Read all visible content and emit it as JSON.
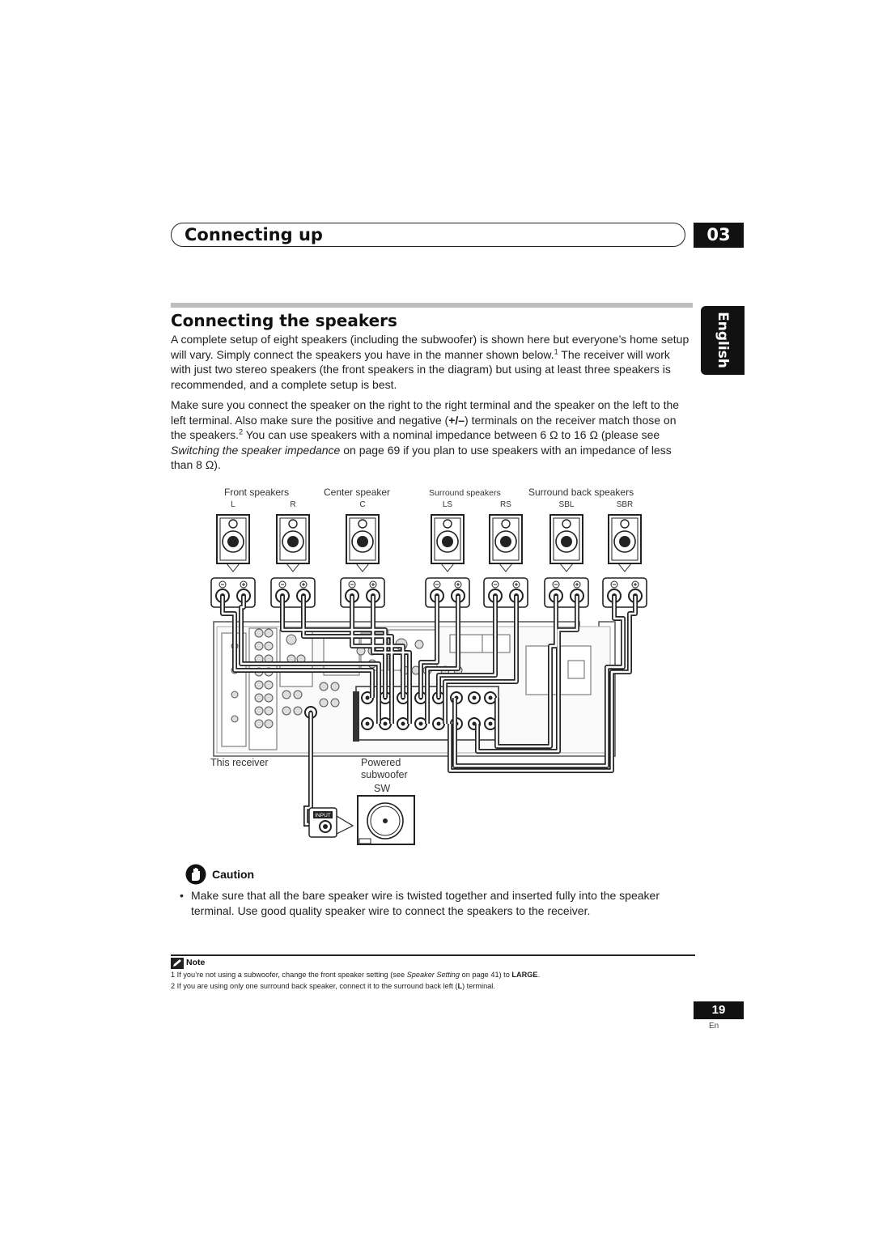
{
  "header": {
    "chapter_title": "Connecting up",
    "chapter_number": "03"
  },
  "side_tab": {
    "language": "English"
  },
  "section": {
    "title": "Connecting the speakers",
    "para1_a": "A complete setup of eight speakers (including the subwoofer) is shown here but everyone’s home setup will vary. Simply connect the speakers you have in the manner shown below.",
    "para1_sup": "1",
    "para1_b": " The receiver will work with just two stereo speakers (the front speakers in the diagram) but using at least three speakers is recommended, and a complete setup is best.",
    "para2_a": "Make sure you connect the speaker on the right to the right terminal and the speaker on the left to the left terminal. Also make sure the positive and negative (",
    "para2_b": "+/–",
    "para2_c": ") terminals on the receiver match those on the speakers.",
    "para2_sup": "2",
    "para2_d": " You can use speakers with a nominal impedance between 6 Ω to 16 Ω (please see ",
    "para2_italic": "Switching the speaker impedance",
    "para2_e": " on page 69 if you plan to use speakers with an impedance of less than 8 Ω)."
  },
  "diagram": {
    "group_front": "Front speakers",
    "group_center": "Center speaker",
    "group_surround": "Surround speakers",
    "group_surround_back": "Surround back speakers",
    "ch_l": "L",
    "ch_r": "R",
    "ch_c": "C",
    "ch_ls": "LS",
    "ch_rs": "RS",
    "ch_sbl": "SBL",
    "ch_sbr": "SBR",
    "receiver_label": "This receiver",
    "subwoofer_label_1": "Powered",
    "subwoofer_label_2": "subwoofer",
    "subwoofer_channel": "SW",
    "input_label": "INPUT"
  },
  "caution": {
    "heading": "Caution",
    "bullet": "•",
    "text": "Make sure that all the bare speaker wire is twisted together and inserted fully into the speaker terminal. Use good quality speaker wire to connect the speakers to the receiver."
  },
  "notes": {
    "heading": "Note",
    "note1_a": "1 If you’re not using a subwoofer, change the front speaker setting (see ",
    "note1_italic": "Speaker Setting",
    "note1_b": " on page 41) to ",
    "note1_bold": "LARGE",
    "note1_c": ".",
    "note2_a": "2 If you are using only one surround back speaker, connect it to the surround back left (",
    "note2_bold": "L",
    "note2_b": ") terminal."
  },
  "footer": {
    "page_number": "19",
    "language_code": "En"
  }
}
